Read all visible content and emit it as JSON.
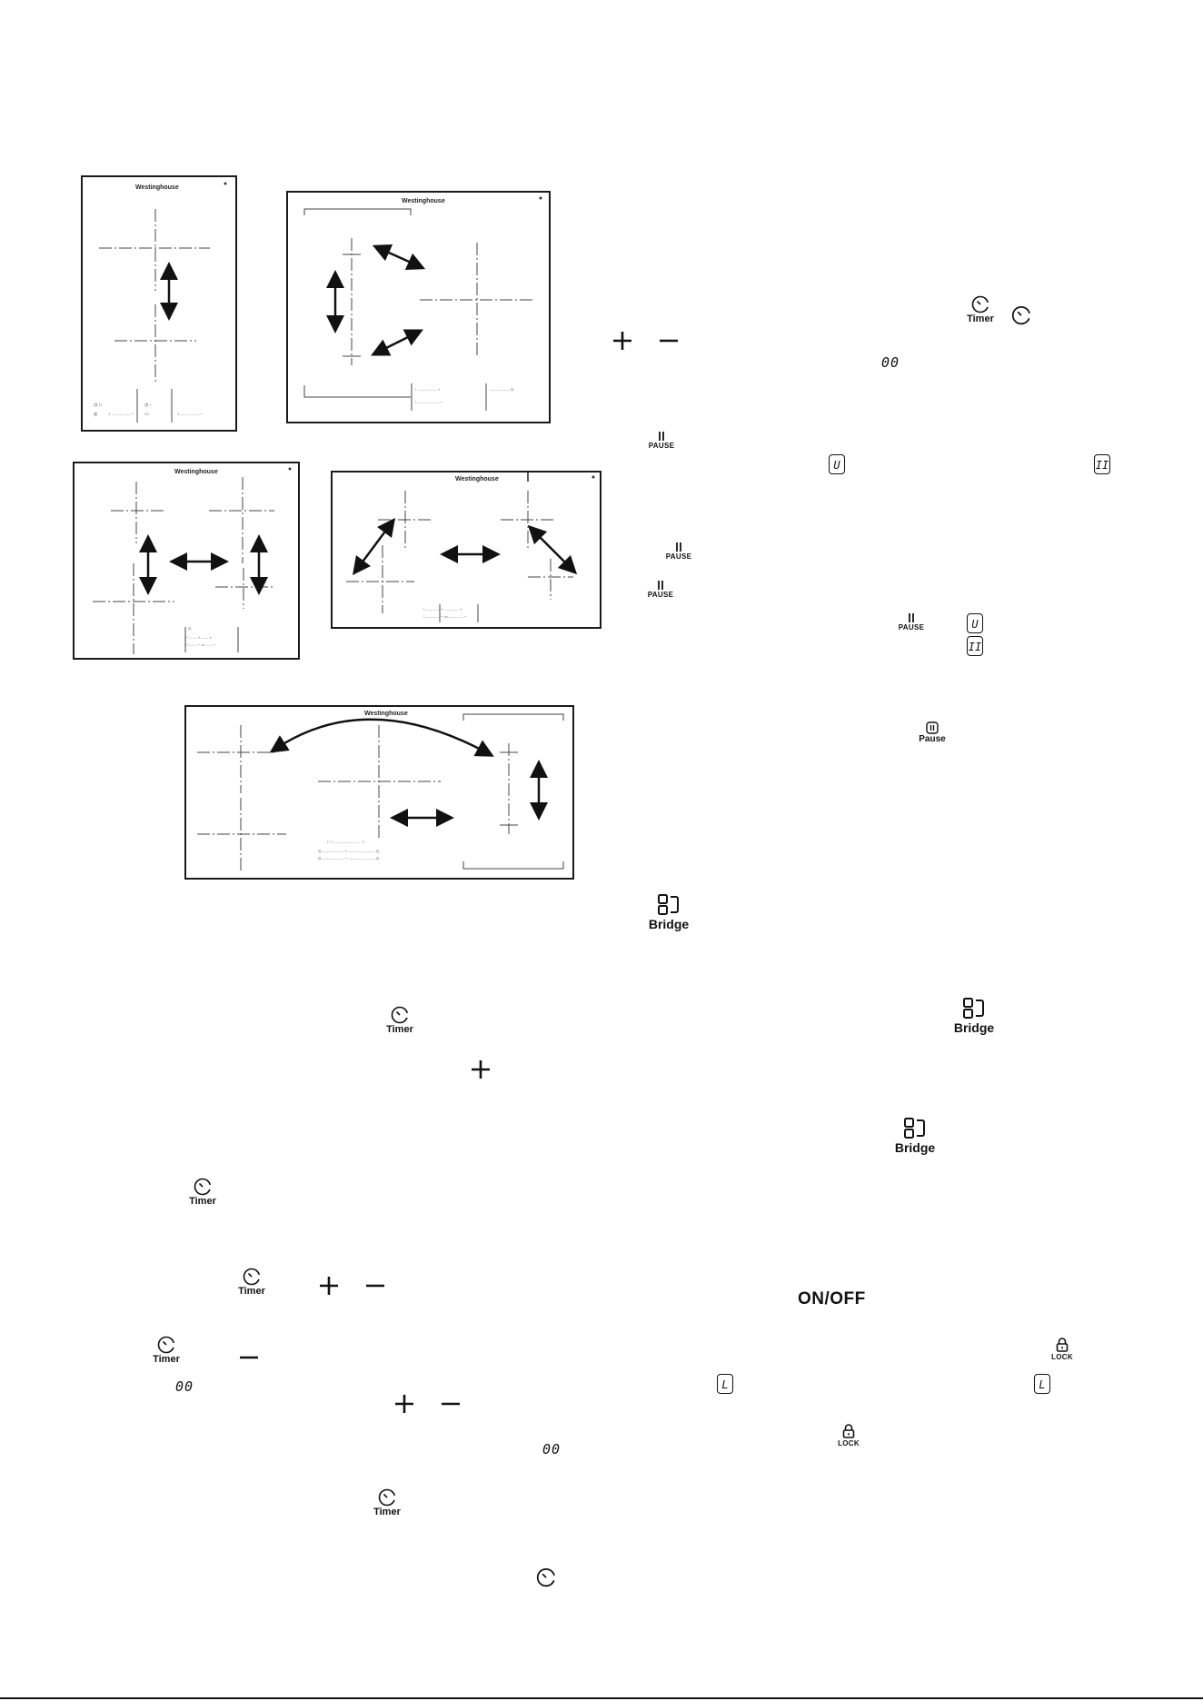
{
  "diagrams": {
    "brand": "Westinghouse"
  },
  "labels": {
    "timer": "Timer",
    "pause_caps": "PAUSE",
    "pause": "Pause",
    "bridge": "Bridge",
    "lock": "LOCK",
    "onoff": "ON/OFF"
  },
  "glyphs": {
    "display_00": "00",
    "boxed_u": "U",
    "boxed_ii": "II",
    "boxed_l": "L"
  }
}
